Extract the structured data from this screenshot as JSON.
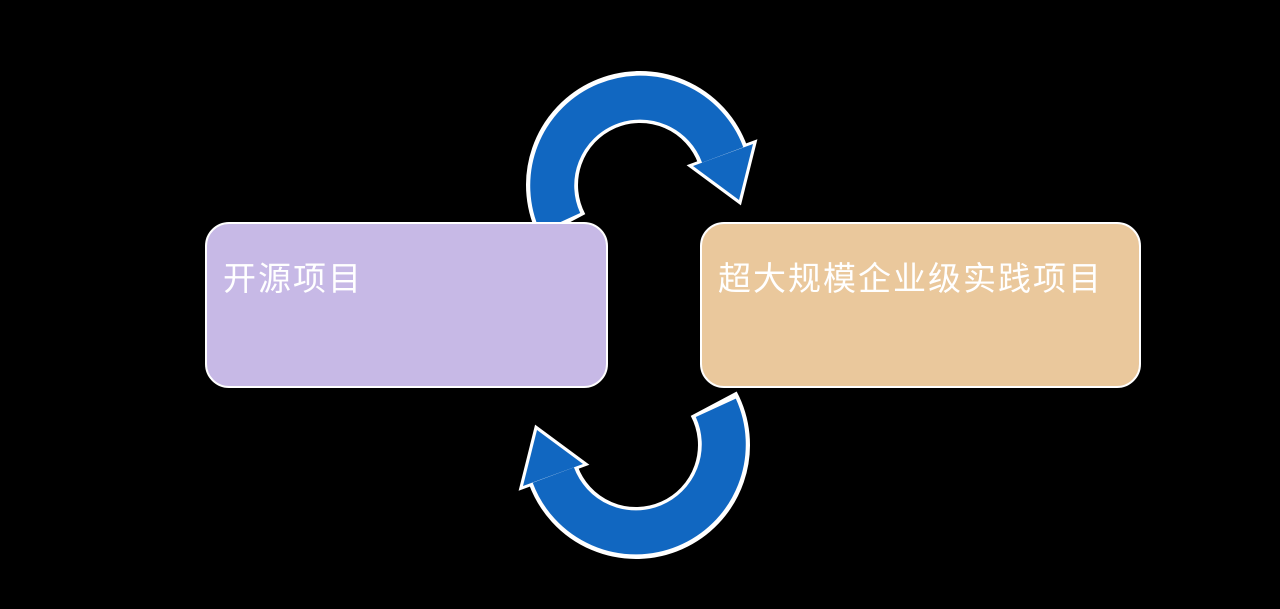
{
  "page": {
    "background": "#000000"
  },
  "diagram": {
    "type": "cycle",
    "arrow_color": "#1167c1",
    "outline_color": "#ffffff",
    "nodes": [
      {
        "id": "open-source",
        "label": "开源项目",
        "fill": "#c7b9e6",
        "text_color": "#ffffff"
      },
      {
        "id": "enterprise-practice",
        "label": "超大规模企业级实践项目",
        "fill": "#eac89c",
        "text_color": "#ffffff"
      }
    ]
  }
}
